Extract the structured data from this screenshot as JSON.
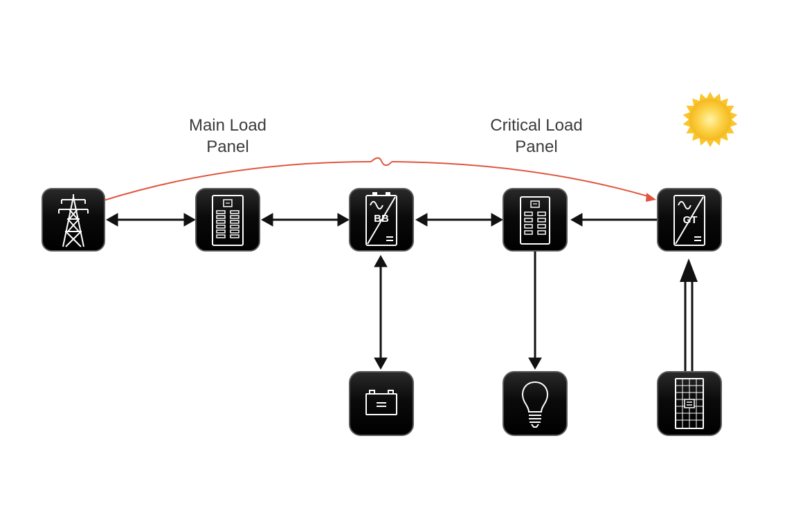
{
  "labels": {
    "main_load_panel": [
      "Main Load",
      "Panel"
    ],
    "critical_load_panel": [
      "Critical Load",
      "Panel"
    ]
  },
  "nodes": {
    "utility_grid": {
      "icon": "transmission-tower-icon"
    },
    "main_panel": {
      "icon": "breaker-panel-icon"
    },
    "battery_inverter": {
      "icon": "inverter-icon",
      "text": "BB"
    },
    "critical_panel": {
      "icon": "breaker-panel-icon"
    },
    "grid_tie_inverter": {
      "icon": "inverter-icon",
      "text": "GT"
    },
    "battery": {
      "icon": "battery-icon"
    },
    "load": {
      "icon": "light-bulb-icon"
    },
    "solar_panel": {
      "icon": "solar-panel-icon"
    },
    "sun": {
      "icon": "sun-icon"
    }
  },
  "colors": {
    "node_fill": "#050505",
    "node_stroke": "#5a5a5a",
    "arrow": "#111111",
    "signal_arc": "#e0553f",
    "sun_outer": "#f9c52a",
    "sun_inner": "#fff3a8"
  }
}
